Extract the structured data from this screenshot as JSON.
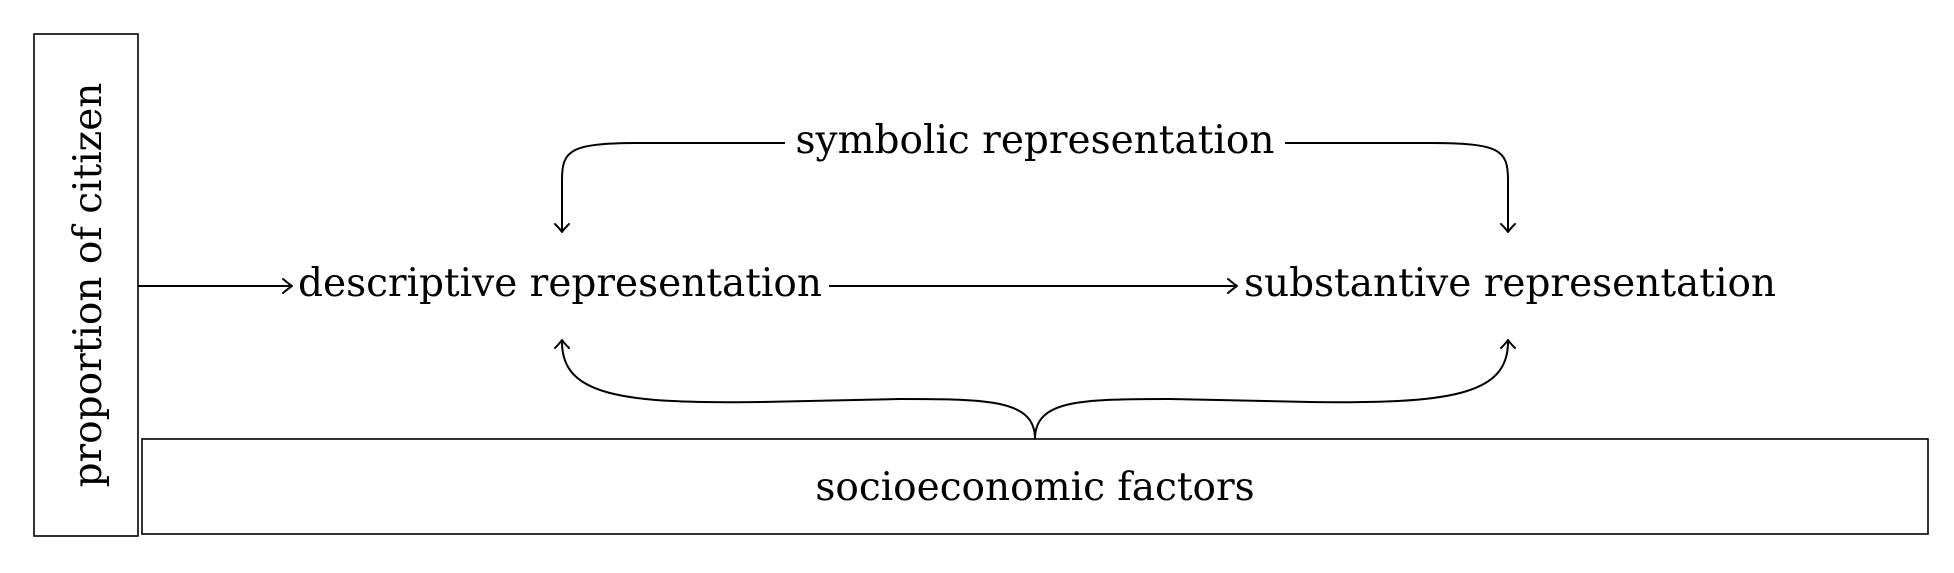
{
  "diagram": {
    "nodes": {
      "proportion": "proportion of citizen",
      "symbolic": "symbolic representation",
      "descriptive": "descriptive representation",
      "substantive": "substantive representation",
      "socioeconomic": "socioeconomic factors"
    },
    "stroke_color": "#000000",
    "background_color": "#ffffff"
  }
}
